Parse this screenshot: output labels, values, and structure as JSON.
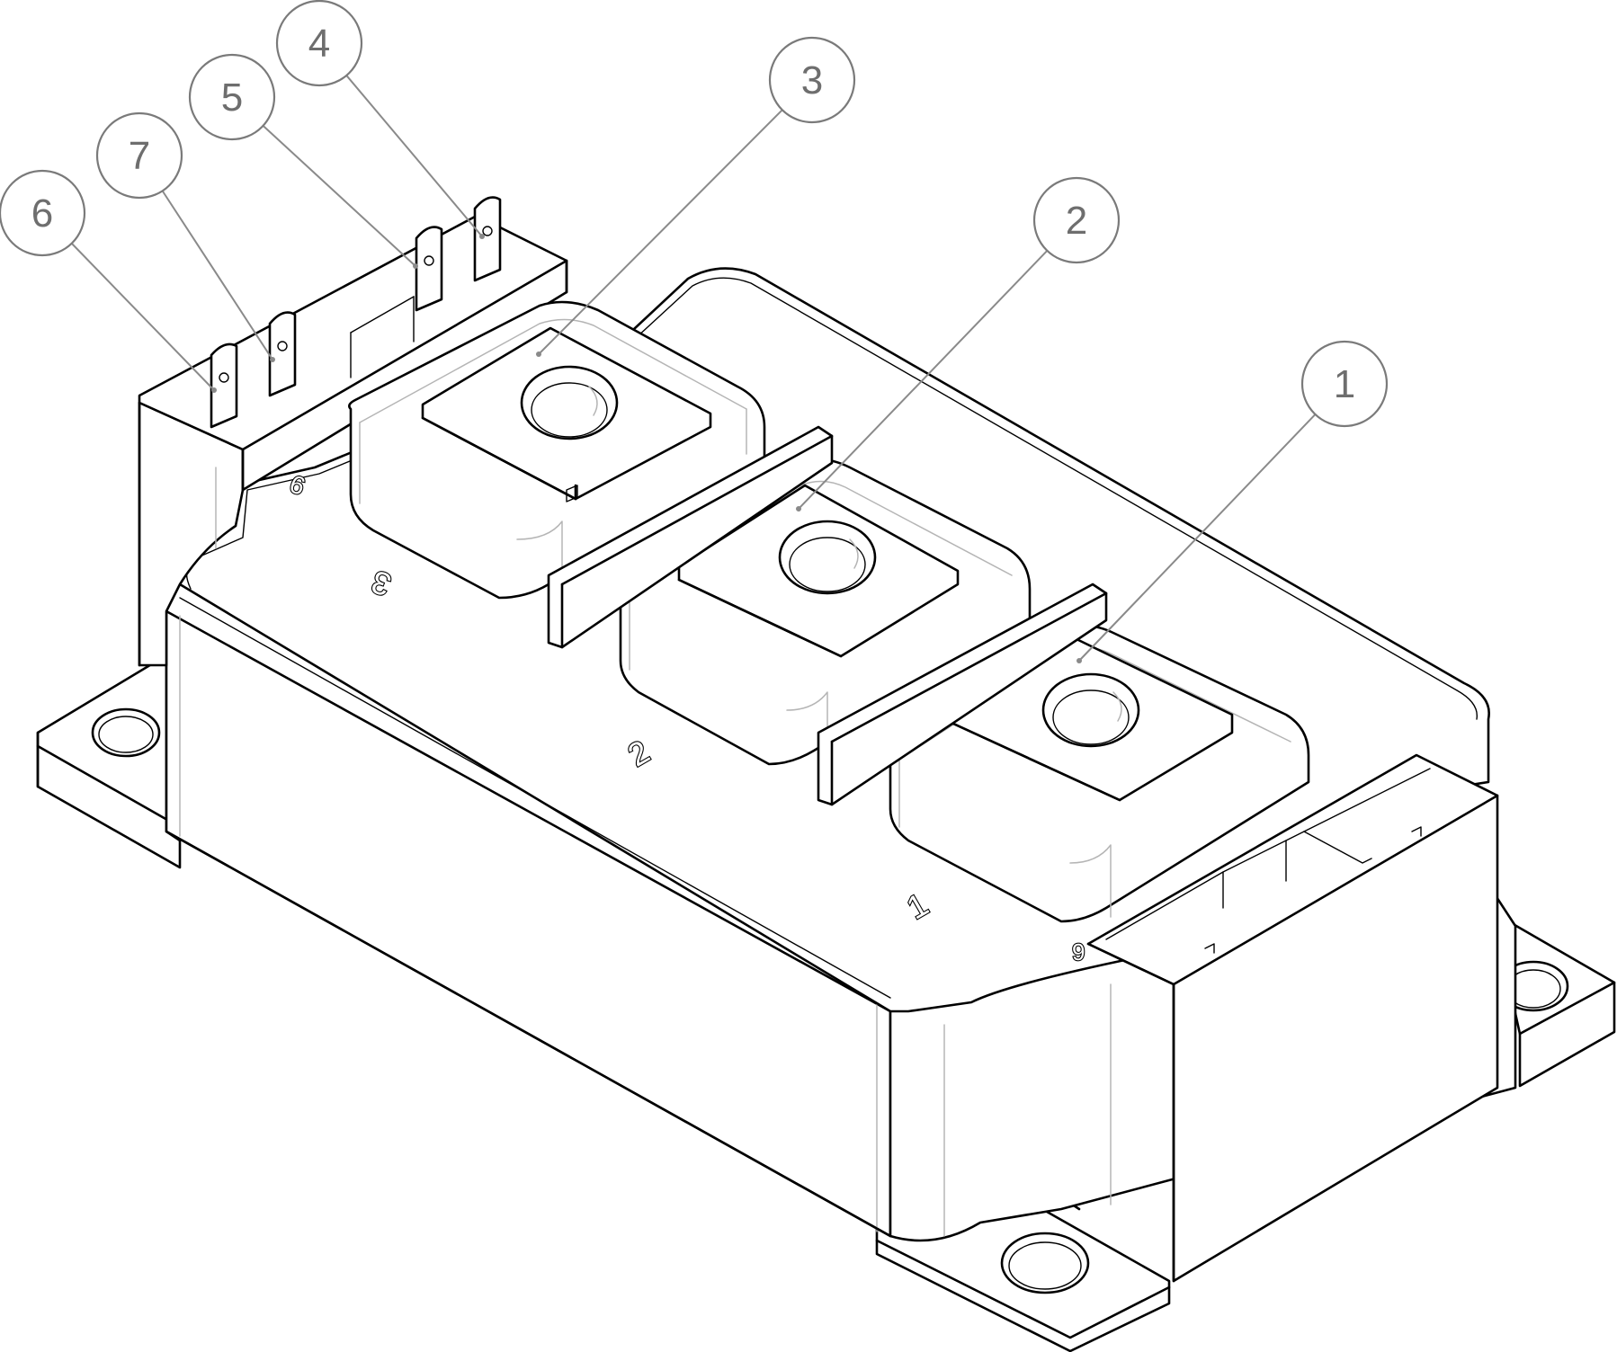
{
  "callouts": [
    {
      "label": "1"
    },
    {
      "label": "2"
    },
    {
      "label": "3"
    },
    {
      "label": "4"
    },
    {
      "label": "5"
    },
    {
      "label": "6"
    },
    {
      "label": "7"
    }
  ],
  "engraved_labels": {
    "terminal_1": "1",
    "terminal_2": "2",
    "terminal_3": "3",
    "pin_marker_left": "9",
    "pin_marker_right": "9"
  }
}
